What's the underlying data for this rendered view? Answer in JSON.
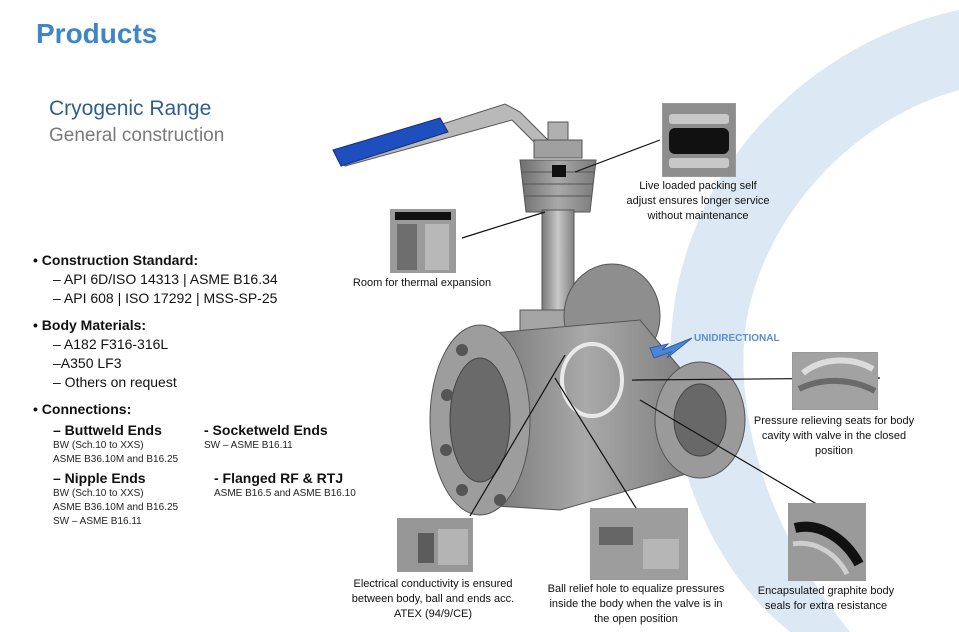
{
  "title": "Products",
  "subtitle": {
    "range": "Cryogenic Range",
    "section": "General construction"
  },
  "specs": {
    "construction_standard": {
      "heading": "• Construction Standard:",
      "items": [
        "– API 6D/ISO 14313 | ASME B16.34",
        "– API 608 | ISO 17292 | MSS-SP-25"
      ]
    },
    "body_materials": {
      "heading": "• Body Materials:",
      "items": [
        "– A182 F316-316L",
        "–A350 LF3",
        "– Others on request"
      ]
    },
    "connections": {
      "heading": "• Connections:",
      "buttweld": {
        "title": "– Buttweld Ends",
        "lines": [
          "BW (Sch.10 to XXS)",
          "ASME B36.10M and B16.25"
        ]
      },
      "socketweld": {
        "title": "- Socketweld Ends",
        "lines": [
          "SW – ASME B16.11"
        ]
      },
      "nipple": {
        "title": "– Nipple Ends",
        "lines": [
          "BW (Sch.10 to XXS)",
          "ASME B36.10M and B16.25",
          "SW – ASME B16.11"
        ]
      },
      "flanged": {
        "title": "- Flanged RF & RTJ",
        "lines": [
          "ASME B16.5 and ASME B16.10"
        ]
      }
    }
  },
  "captions": {
    "packing": [
      "Live loaded packing self",
      "adjust ensures longer service",
      "without maintenance"
    ],
    "thermal": [
      "Room for thermal expansion"
    ],
    "direction": "UNIDIRECTIONAL",
    "seats": [
      "Pressure relieving  seats for body",
      "cavity with valve in the closed",
      "position"
    ],
    "electrical": [
      "Electrical conductivity is ensured",
      "between body, ball and ends acc.",
      "ATEX (94/9/CE)"
    ],
    "relief": [
      "Ball relief hole to equalize pressures",
      "inside the body when the valve is in",
      "the open position"
    ],
    "graphite": [
      "Encapsulated graphite body",
      "seals for extra resistance"
    ]
  },
  "colors": {
    "title": "#3f86c6",
    "subtitle": "#2f5f8f",
    "handle_grip": "#1f4fbf",
    "arc": "#dce8f4",
    "arrow": "#4a86d8"
  }
}
